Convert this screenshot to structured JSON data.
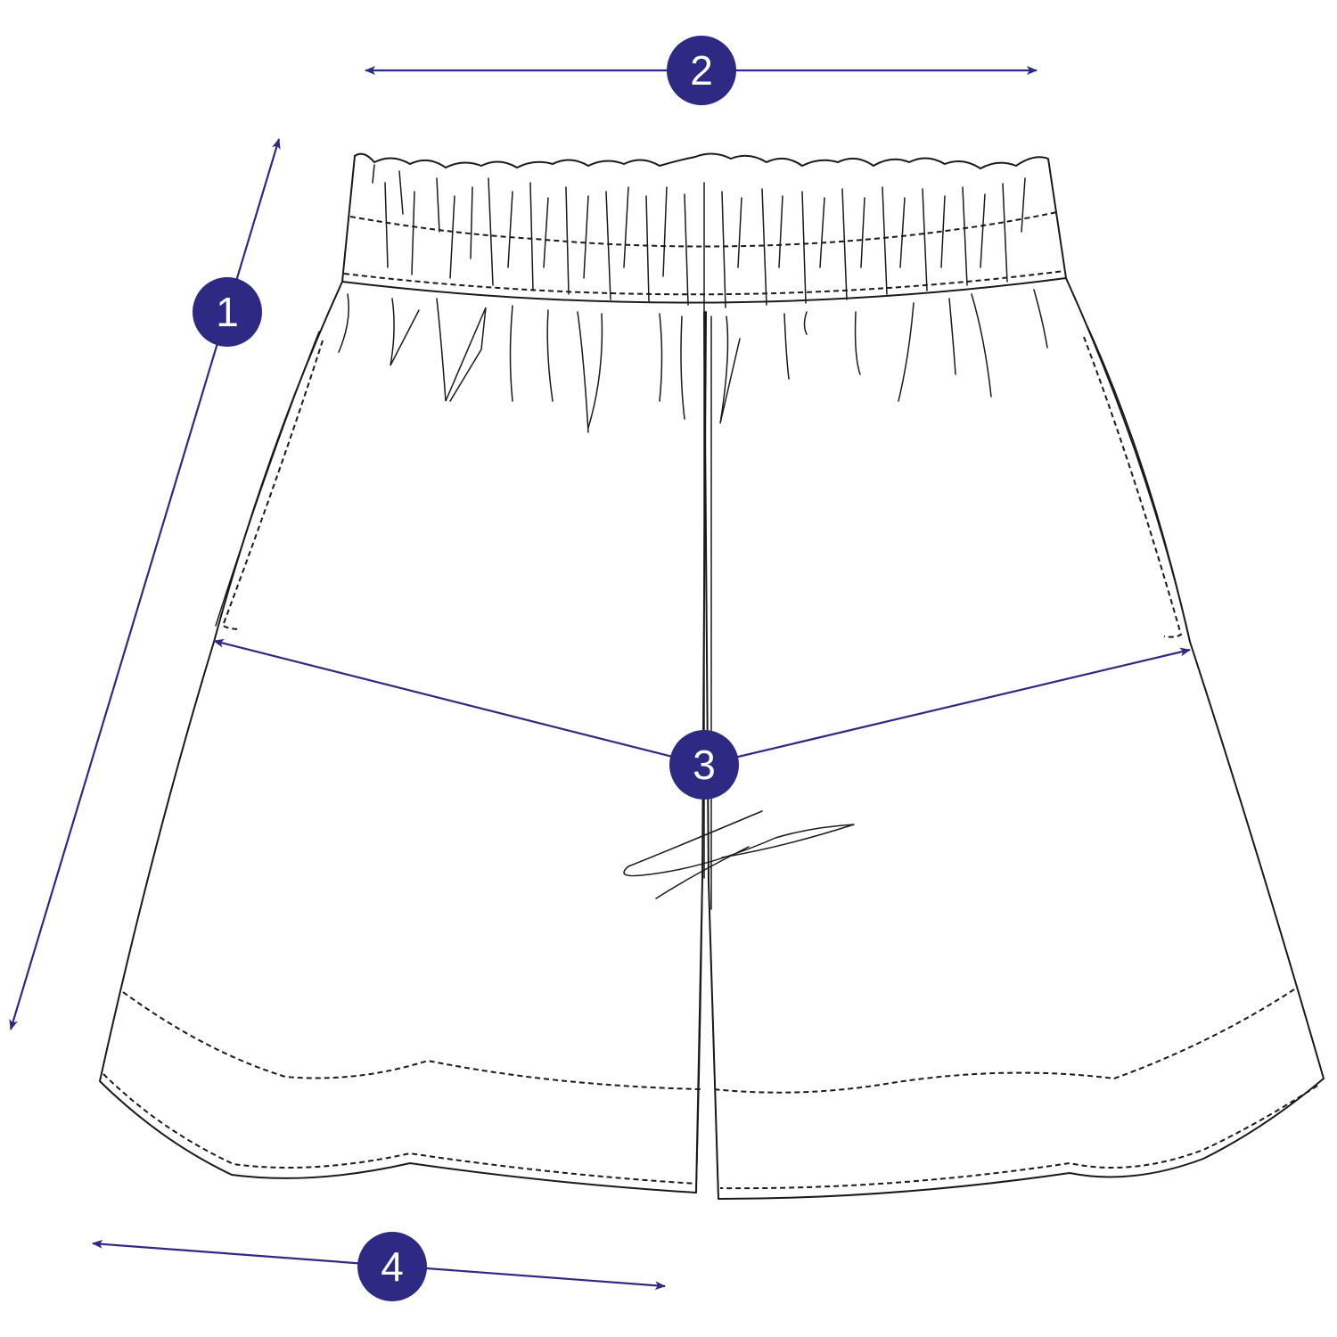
{
  "colors": {
    "accent": "#2e2a84",
    "line": "#1a1a1a",
    "background": "#ffffff"
  },
  "measurements": [
    {
      "id": "length",
      "label": "1"
    },
    {
      "id": "waist",
      "label": "2"
    },
    {
      "id": "hip",
      "label": "3"
    },
    {
      "id": "hem",
      "label": "4"
    }
  ]
}
